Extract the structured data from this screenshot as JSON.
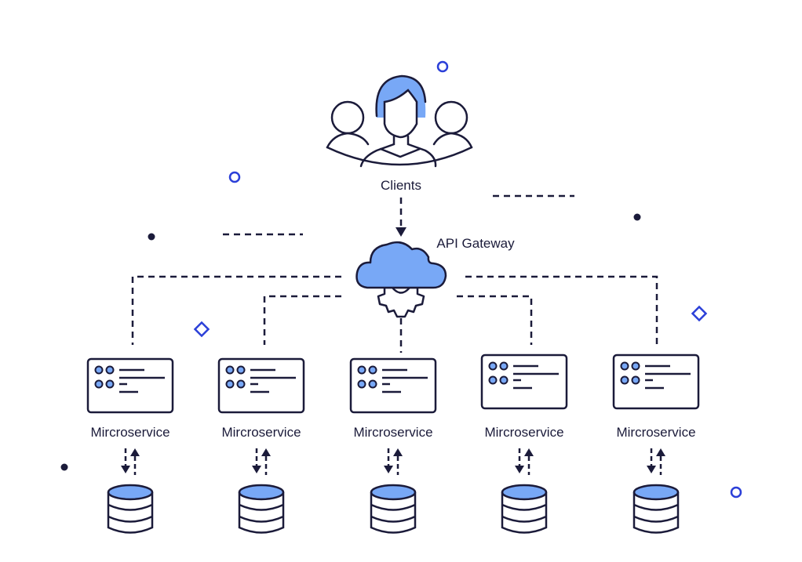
{
  "clients": {
    "label": "Clients"
  },
  "gateway": {
    "label": "API Gateway"
  },
  "services": [
    {
      "label": "Mircroservice"
    },
    {
      "label": "Mircroservice"
    },
    {
      "label": "Mircroservice"
    },
    {
      "label": "Mircroservice"
    },
    {
      "label": "Mircroservice"
    }
  ],
  "colors": {
    "stroke": "#1b1b3a",
    "fill": "#78a8f6",
    "accent": "#2b3fd8"
  }
}
